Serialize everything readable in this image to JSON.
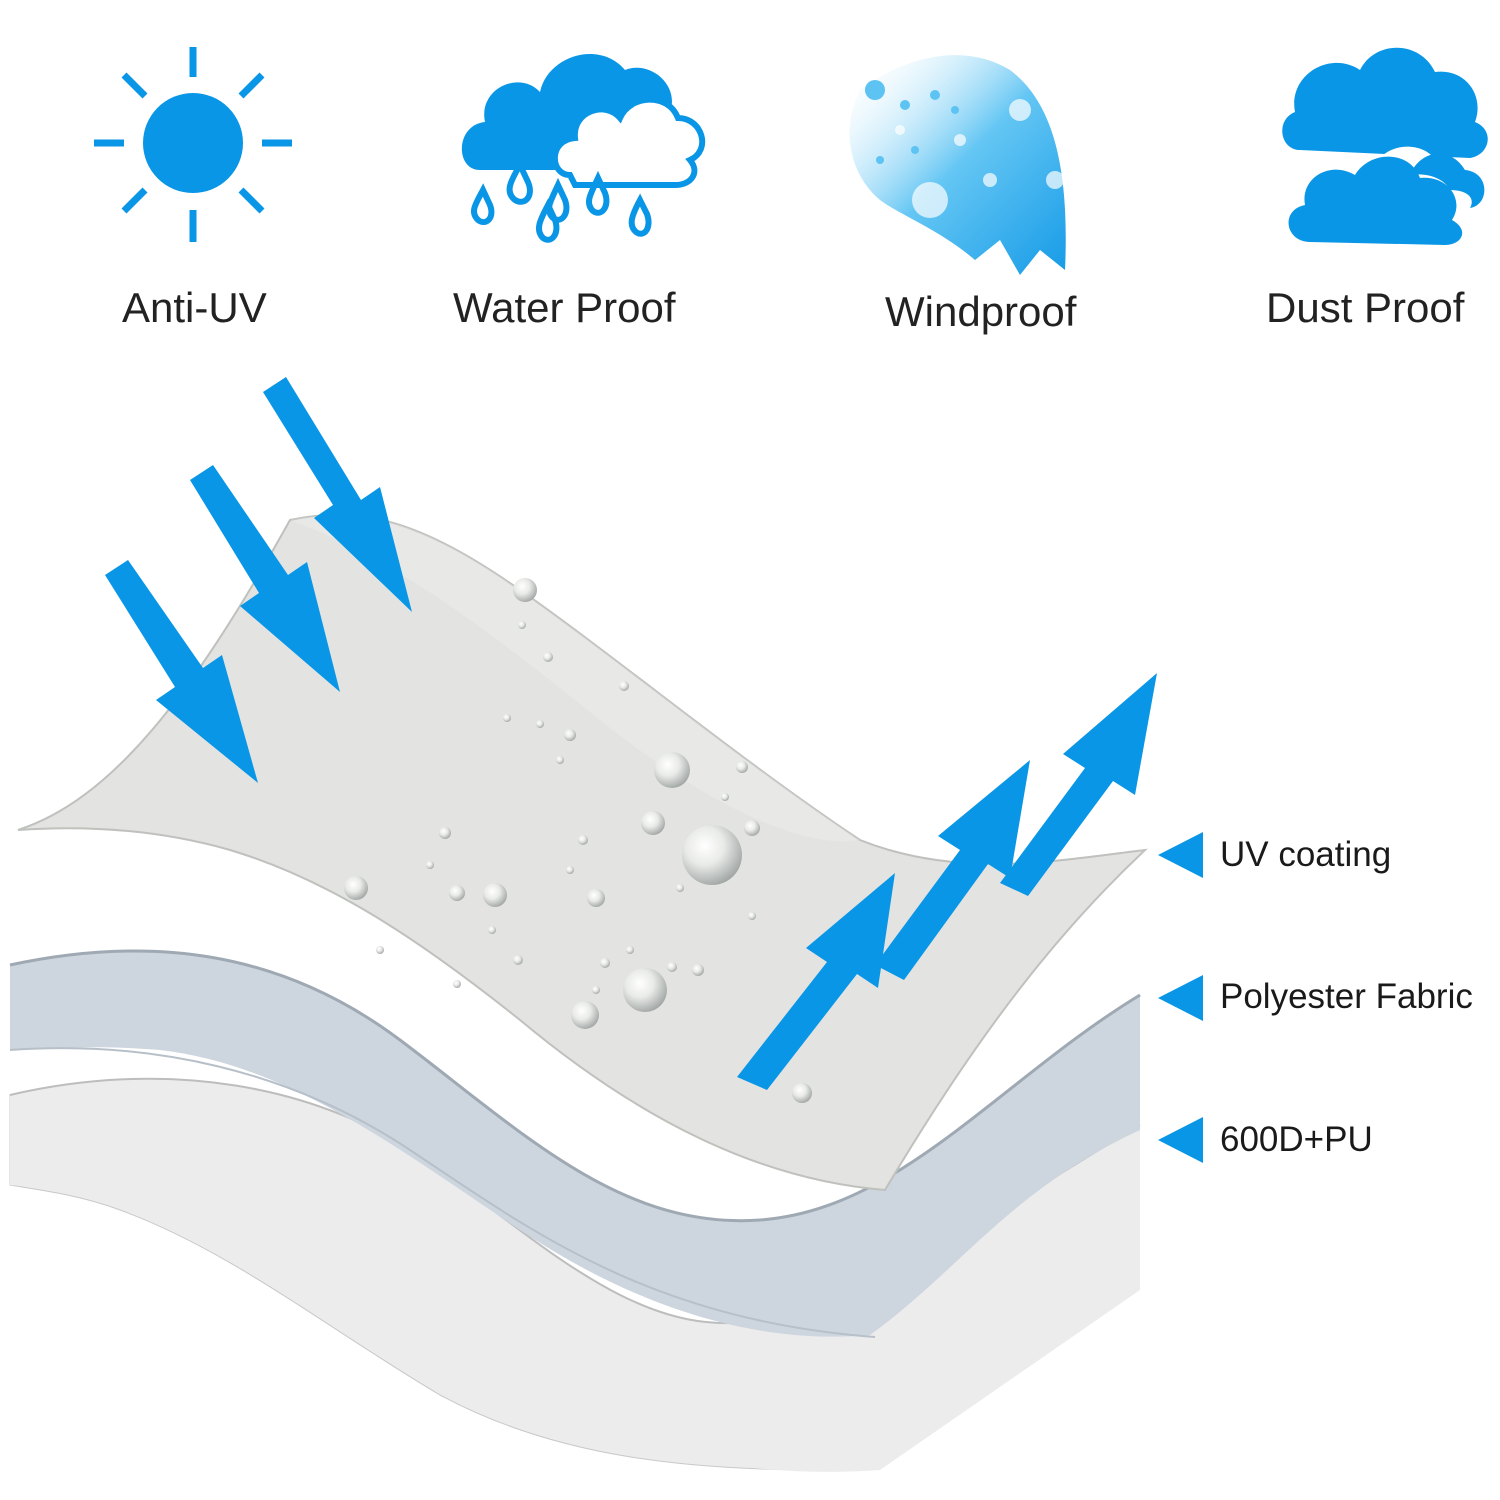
{
  "colors": {
    "accent": "#0a96e6",
    "layer_top": "#e3e4e1",
    "layer_middle": "#cdd5de",
    "layer_bottom": "#ececec"
  },
  "features": [
    {
      "label": "Anti-UV",
      "icon": "sun-icon"
    },
    {
      "label": "Water Proof",
      "icon": "rain-cloud-icon"
    },
    {
      "label": "Windproof",
      "icon": "wind-icon"
    },
    {
      "label": "Dust Proof",
      "icon": "clouds-icon"
    }
  ],
  "layers": [
    {
      "label": "UV coating"
    },
    {
      "label": "Polyester Fabric"
    },
    {
      "label": "600D+PU"
    }
  ]
}
